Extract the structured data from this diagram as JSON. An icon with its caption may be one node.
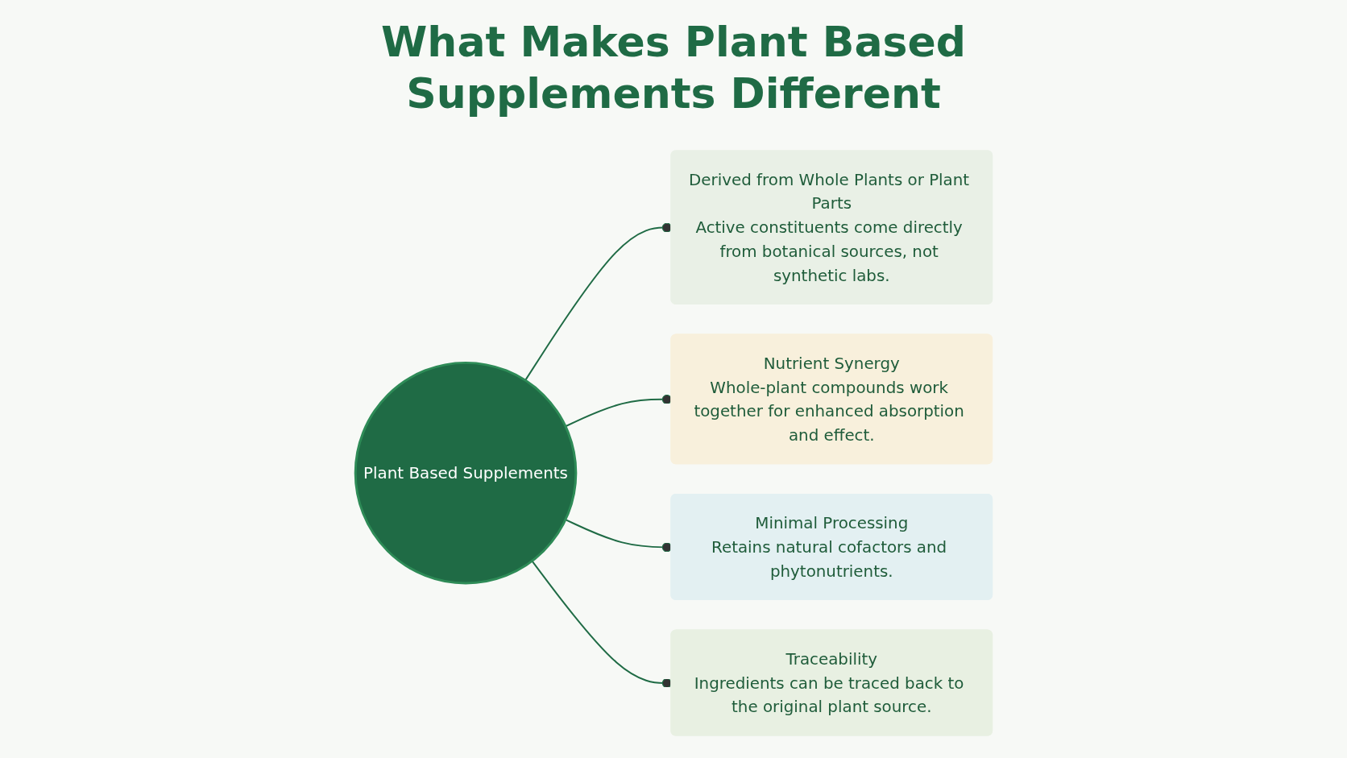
{
  "diagram": {
    "title": "What Makes Plant Based Supplements Different",
    "nodes": [
      {
        "text": [
          "Plant Based Supplements"
        ]
      },
      {
        "text": [
          "Derived from Whole Plants or Plant Parts",
          "Active constituents come directly from botanical sources, not synthetic labs."
        ]
      },
      {
        "text": [
          "Nutrient Synergy",
          "Whole-plant compounds work together for enhanced absorption and effect."
        ]
      },
      {
        "text": [
          "Minimal Processing",
          "Retains natural cofactors and phytonutrients."
        ]
      },
      {
        "text": [
          "Traceability",
          "Ingredients can be traced back to the original plant source."
        ]
      }
    ],
    "edges": [
      {
        "from": 0,
        "to": 1,
        "arrow": "other"
      },
      {
        "from": 0,
        "to": 2,
        "arrow": "other"
      },
      {
        "from": 0,
        "to": 3,
        "arrow": "other"
      },
      {
        "from": 0,
        "to": 4,
        "arrow": "other"
      }
    ]
  }
}
